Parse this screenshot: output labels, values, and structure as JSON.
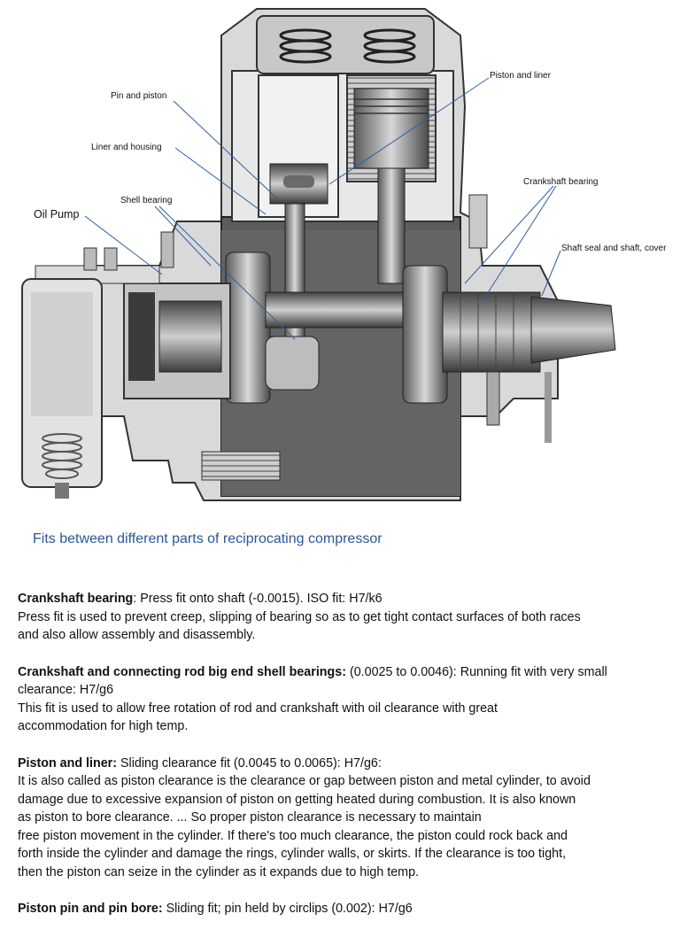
{
  "figure": {
    "callouts": {
      "pin_and_piston": "Pin and piston",
      "liner_and_housing": "Liner  and housing",
      "shell_bearing": "Shell bearing",
      "oil_pump": "Oil Pump",
      "piston_and_liner": "Piston and liner",
      "crankshaft_bearing": "Crankshaft bearing",
      "shaft_seal": "Shaft seal and shaft, cover"
    }
  },
  "heading": "Fits between different parts of reciprocating compressor",
  "sections": [
    {
      "title": "Crankshaft bearing",
      "title_sep": ":",
      "spec": " Press fit onto shaft (-0.0015). ISO fit: H7/k6",
      "lines": [
        "Press fit is used to prevent creep, slipping of bearing so as to get tight contact surfaces of both races",
        "and also allow assembly and disassembly."
      ]
    },
    {
      "title": "Crankshaft and connecting rod big end shell bearings:",
      "spec": " (0.0025 to 0.0046): Running fit with very small",
      "spec_line2": "clearance: H7/g6",
      "lines": [
        "This fit is used to allow free rotation of rod and crankshaft with oil clearance with great",
        "accommodation for high temp."
      ]
    },
    {
      "title": "Piston and liner:",
      "spec": " Sliding clearance fit (0.0045 to 0.0065): H7/g6:",
      "lines": [
        "It is also called as piston clearance is the clearance or gap between piston and metal cylinder, to avoid",
        "damage due to excessive expansion of piston on getting heated during combustion. It is also known",
        "as piston to bore clearance. ... So proper piston clearance is necessary to maintain",
        "free piston movement in the cylinder. If there's too much clearance, the piston could rock back and",
        "forth inside the cylinder and damage the rings, cylinder walls, or skirts. If the clearance is too tight,",
        "then the piston can seize in the cylinder as it expands due to high temp."
      ]
    },
    {
      "title": "Piston pin and pin bore:",
      "spec": " Sliding fit; pin held by circlips (0.002): H7/g6"
    }
  ]
}
